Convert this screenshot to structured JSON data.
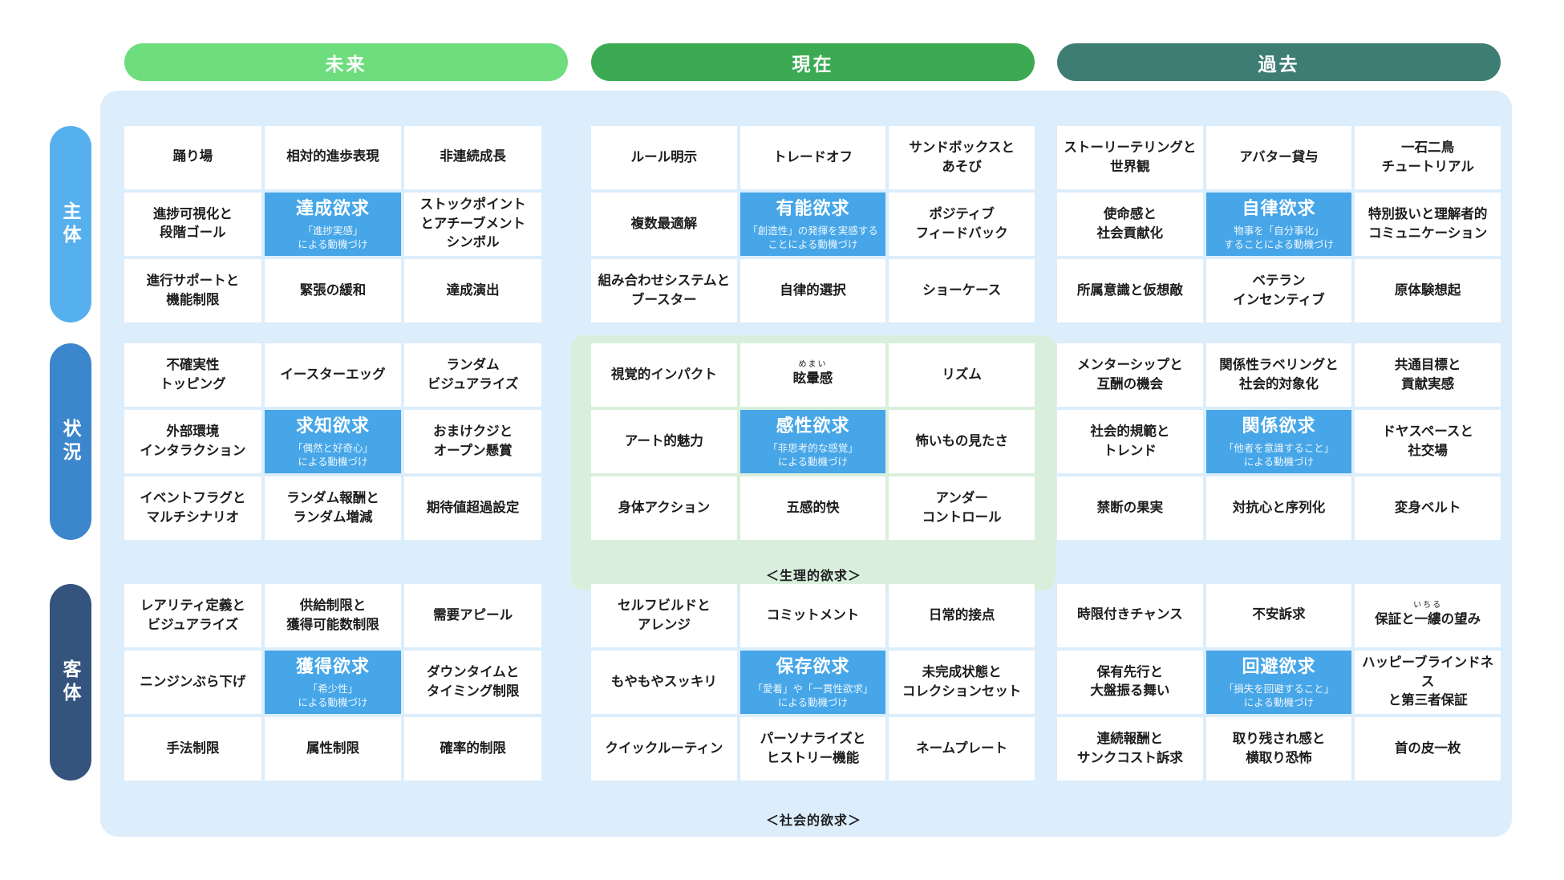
{
  "columns": [
    {
      "key": "future",
      "label": "未来",
      "color": "#6ddd7e"
    },
    {
      "key": "present",
      "label": "現在",
      "color": "#3caa52"
    },
    {
      "key": "past",
      "label": "過去",
      "color": "#3d7d73"
    }
  ],
  "rows": [
    {
      "key": "subject",
      "label": "主体",
      "color": "#57b0ee"
    },
    {
      "key": "situation",
      "label": "状況",
      "color": "#3b86cc"
    },
    {
      "key": "object",
      "label": "客体",
      "color": "#34547e"
    }
  ],
  "band_labels": {
    "physiological": "＜生理的欲求＞",
    "social": "＜社会的欲求＞"
  },
  "accent_color": "#46a6e8",
  "panel_color": "#dcedfb",
  "highlight_color": "#d9efdc",
  "blocks": {
    "future_subject": [
      {
        "text": "踊り場"
      },
      {
        "text": "相対的進歩表現"
      },
      {
        "text": "非連続成長"
      },
      {
        "lines": [
          "進捗可視化と",
          "段階ゴール"
        ]
      },
      {
        "accent": true,
        "title": "達成欲求",
        "sub": [
          "「進捗実感」",
          "による動機づけ"
        ]
      },
      {
        "lines": [
          "ストックポイント",
          "とアチーブメント",
          "シンボル"
        ]
      },
      {
        "lines": [
          "進行サポートと",
          "機能制限"
        ]
      },
      {
        "text": "緊張の緩和"
      },
      {
        "text": "達成演出"
      }
    ],
    "present_subject": [
      {
        "text": "ルール明示"
      },
      {
        "text": "トレードオフ"
      },
      {
        "lines": [
          "サンドボックスと",
          "あそび"
        ]
      },
      {
        "text": "複数最適解"
      },
      {
        "accent": true,
        "title": "有能欲求",
        "sub": [
          "「創造性」の発揮を実感する",
          "ことによる動機づけ"
        ]
      },
      {
        "lines": [
          "ポジティブ",
          "フィードバック"
        ]
      },
      {
        "lines": [
          "組み合わせシステムと",
          "ブースター"
        ]
      },
      {
        "text": "自律的選択"
      },
      {
        "text": "ショーケース"
      }
    ],
    "past_subject": [
      {
        "lines": [
          "ストーリーテリングと",
          "世界観"
        ]
      },
      {
        "text": "アバター貸与"
      },
      {
        "lines": [
          "一石二鳥",
          "チュートリアル"
        ]
      },
      {
        "lines": [
          "使命感と",
          "社会貢献化"
        ]
      },
      {
        "accent": true,
        "title": "自律欲求",
        "sub": [
          "物事を「自分事化」",
          "することによる動機づけ"
        ]
      },
      {
        "lines": [
          "特別扱いと理解者的",
          "コミュニケーション"
        ]
      },
      {
        "text": "所属意識と仮想敵"
      },
      {
        "lines": [
          "ベテラン",
          "インセンティブ"
        ]
      },
      {
        "text": "原体験想起"
      }
    ],
    "future_situation": [
      {
        "lines": [
          "不確実性",
          "トッピング"
        ]
      },
      {
        "text": "イースターエッグ"
      },
      {
        "lines": [
          "ランダム",
          "ビジュアライズ"
        ]
      },
      {
        "lines": [
          "外部環境",
          "インタラクション"
        ]
      },
      {
        "accent": true,
        "title": "求知欲求",
        "sub": [
          "「偶然と好奇心」",
          "による動機づけ"
        ]
      },
      {
        "lines": [
          "おまけクジと",
          "オープン懸賞"
        ]
      },
      {
        "lines": [
          "イベントフラグと",
          "マルチシナリオ"
        ]
      },
      {
        "lines": [
          "ランダム報酬と",
          "ランダム増減"
        ]
      },
      {
        "text": "期待値超過設定"
      }
    ],
    "present_situation": [
      {
        "text": "視覚的インパクト"
      },
      {
        "ruby": "めまい",
        "text": "眩暈感"
      },
      {
        "text": "リズム"
      },
      {
        "text": "アート的魅力"
      },
      {
        "accent": true,
        "title": "感性欲求",
        "sub": [
          "「非思考的な感覚」",
          "による動機づけ"
        ]
      },
      {
        "text": "怖いもの見たさ"
      },
      {
        "text": "身体アクション"
      },
      {
        "text": "五感的快"
      },
      {
        "lines": [
          "アンダー",
          "コントロール"
        ]
      }
    ],
    "past_situation": [
      {
        "lines": [
          "メンターシップと",
          "互酬の機会"
        ]
      },
      {
        "lines": [
          "関係性ラベリングと",
          "社会的対象化"
        ]
      },
      {
        "lines": [
          "共通目標と",
          "貢献実感"
        ]
      },
      {
        "lines": [
          "社会的規範と",
          "トレンド"
        ]
      },
      {
        "accent": true,
        "title": "関係欲求",
        "sub": [
          "「他者を意識すること」",
          "による動機づけ"
        ]
      },
      {
        "lines": [
          "ドヤスペースと",
          "社交場"
        ]
      },
      {
        "text": "禁断の果実"
      },
      {
        "text": "対抗心と序列化"
      },
      {
        "text": "変身ベルト"
      }
    ],
    "future_object": [
      {
        "lines": [
          "レアリティ定義と",
          "ビジュアライズ"
        ]
      },
      {
        "lines": [
          "供給制限と",
          "獲得可能数制限"
        ]
      },
      {
        "text": "需要アピール"
      },
      {
        "text": "ニンジンぶら下げ"
      },
      {
        "accent": true,
        "title": "獲得欲求",
        "sub": [
          "「希少性」",
          "による動機づけ"
        ]
      },
      {
        "lines": [
          "ダウンタイムと",
          "タイミング制限"
        ]
      },
      {
        "text": "手法制限"
      },
      {
        "text": "属性制限"
      },
      {
        "text": "確率的制限"
      }
    ],
    "present_object": [
      {
        "lines": [
          "セルフビルドと",
          "アレンジ"
        ]
      },
      {
        "text": "コミットメント"
      },
      {
        "text": "日常的接点"
      },
      {
        "text": "もやもやスッキリ"
      },
      {
        "accent": true,
        "title": "保存欲求",
        "sub": [
          "「愛着」や「一貫性欲求」",
          "による動機づけ"
        ]
      },
      {
        "lines": [
          "未完成状態と",
          "コレクションセット"
        ]
      },
      {
        "text": "クイックルーティン"
      },
      {
        "lines": [
          "パーソナライズと",
          "ヒストリー機能"
        ]
      },
      {
        "text": "ネームプレート"
      }
    ],
    "past_object": [
      {
        "text": "時限付きチャンス"
      },
      {
        "text": "不安訴求"
      },
      {
        "ruby": "いちる",
        "text": "保証と一縷の望み"
      },
      {
        "lines": [
          "保有先行と",
          "大盤振る舞い"
        ]
      },
      {
        "accent": true,
        "title": "回避欲求",
        "sub": [
          "「損失を回避すること」",
          "による動機づけ"
        ]
      },
      {
        "lines": [
          "ハッピーブラインドネス",
          "と第三者保証"
        ]
      },
      {
        "lines": [
          "連続報酬と",
          "サンクコスト訴求"
        ]
      },
      {
        "lines": [
          "取り残され感と",
          "横取り恐怖"
        ]
      },
      {
        "text": "首の皮一枚"
      }
    ]
  }
}
